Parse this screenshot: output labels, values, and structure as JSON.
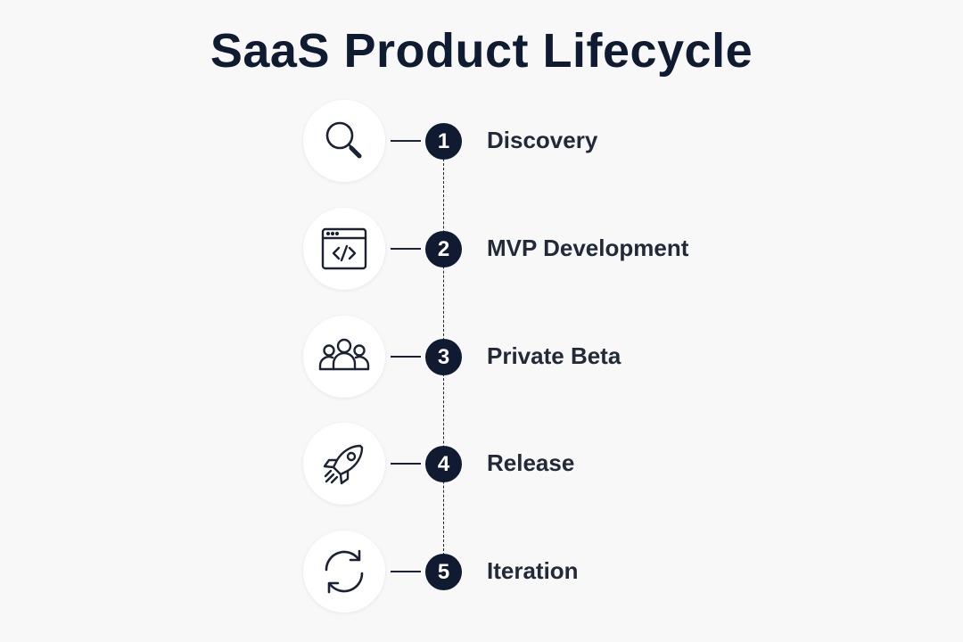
{
  "title": "SaaS Product Lifecycle",
  "steps": [
    {
      "number": "1",
      "label": "Discovery",
      "icon": "magnifying-glass-icon"
    },
    {
      "number": "2",
      "label": "MVP Development",
      "icon": "code-window-icon"
    },
    {
      "number": "3",
      "label": "Private Beta",
      "icon": "user-group-icon"
    },
    {
      "number": "4",
      "label": "Release",
      "icon": "rocket-icon"
    },
    {
      "number": "5",
      "label": "Iteration",
      "icon": "refresh-cycle-icon"
    }
  ],
  "colors": {
    "background": "#f8f8f9",
    "title": "#0f1b31",
    "badge": "#101b31",
    "badge_text": "#ffffff",
    "label": "#222a38",
    "line": "#1c2436"
  }
}
